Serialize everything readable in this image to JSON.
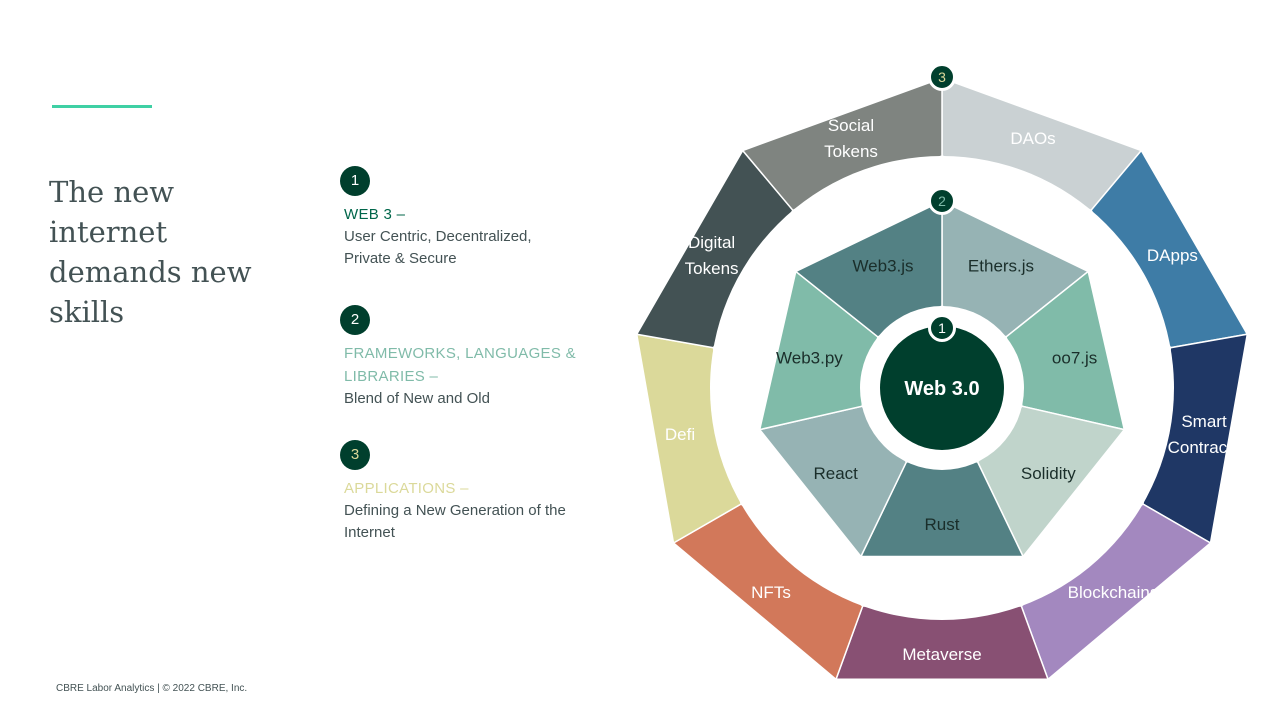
{
  "title": "The new internet demands new skills",
  "legend": [
    {
      "number": "1",
      "heading": "WEB 3 –",
      "description": "User Centric, Decentralized, Private & Secure",
      "heading_color": "#00664a"
    },
    {
      "number": "2",
      "heading": "FRAMEWORKS, LANGUAGES & LIBRARIES –",
      "description": "Blend of New and Old",
      "heading_color": "#80bba9"
    },
    {
      "number": "3",
      "heading": "APPLICATIONS –",
      "description": "Defining a New Generation of the Internet",
      "heading_color": "#dbd99a"
    }
  ],
  "footer": "CBRE Labor Analytics | © 2022 CBRE, Inc.",
  "colors": {
    "accent": "#3fd0a4",
    "dark_green": "#003f2d",
    "badge_numeral_3": "#dbd99a"
  },
  "wheel": {
    "center": {
      "label": "Web 3.0",
      "badge": "1"
    },
    "inner_badge": "2",
    "outer_badge": "3",
    "inner_ring": [
      {
        "label": "Ethers.js",
        "color": "#96b3b4",
        "text_color": "#1a2e2a"
      },
      {
        "label": "oo7.js",
        "color": "#80bba9",
        "text_color": "#1a2e2a"
      },
      {
        "label": "Solidity",
        "color": "#c0d4cb",
        "text_color": "#1a2e2a"
      },
      {
        "label": "Rust",
        "color": "#538184",
        "text_color": "#1a2e2a"
      },
      {
        "label": "React",
        "color": "#96b3b4",
        "text_color": "#1a2e2a"
      },
      {
        "label": "Web3.py",
        "color": "#80bba9",
        "text_color": "#1a2e2a"
      },
      {
        "label": "Web3.js",
        "color": "#538184",
        "text_color": "#1a2e2a"
      }
    ],
    "outer_ring": [
      {
        "label": "DAOs",
        "color": "#cad1d3",
        "text_color": "#ffffff"
      },
      {
        "label": "DApps",
        "color": "#3e7ca6",
        "text_color": "#ffffff"
      },
      {
        "label": "Smart Contracts",
        "color": "#1f3765",
        "text_color": "#ffffff"
      },
      {
        "label": "Blockchains",
        "color": "#a388bf",
        "text_color": "#ffffff"
      },
      {
        "label": "Metaverse",
        "color": "#885073",
        "text_color": "#ffffff"
      },
      {
        "label": "NFTs",
        "color": "#d2785a",
        "text_color": "#ffffff"
      },
      {
        "label": "Defi",
        "color": "#dbd99a",
        "text_color": "#ffffff"
      },
      {
        "label": "Digital Tokens",
        "color": "#435254",
        "text_color": "#ffffff"
      },
      {
        "label": "Social Tokens",
        "color": "#7f8480",
        "text_color": "#ffffff"
      }
    ]
  }
}
